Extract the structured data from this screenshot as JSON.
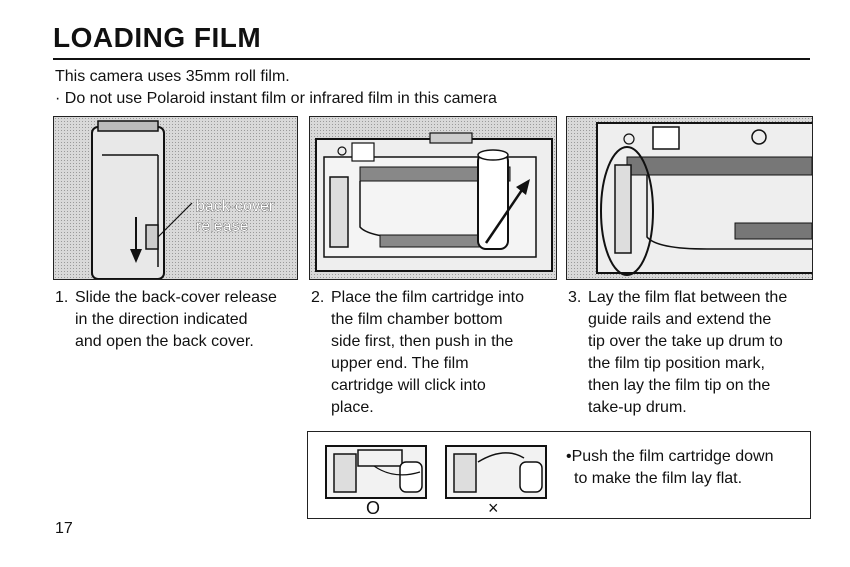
{
  "page": {
    "title": "LOADING FILM",
    "intro_line1": "This camera uses 35mm roll film.",
    "intro_line2": "· Do not use Polaroid instant film or infrared film in this camera",
    "page_number": "17"
  },
  "figure1": {
    "callout_line1": "back-cover",
    "callout_line2": "release"
  },
  "steps": [
    {
      "number": "1.",
      "lines": [
        "Slide the back-cover release",
        "in the direction indicated",
        "and open the back cover."
      ]
    },
    {
      "number": "2.",
      "lines": [
        "Place the film cartridge into",
        "the film chamber bottom",
        "side first, then push in the",
        "upper end. The film",
        "cartridge will click into",
        "place."
      ]
    },
    {
      "number": "3.",
      "lines": [
        "Lay the film flat between the",
        "guide rails and extend the",
        "tip over the take up drum to",
        "the film tip position mark,",
        "then lay the film tip on the",
        "take-up drum."
      ]
    }
  ],
  "note": {
    "lines": [
      "•Push the film cartridge down",
      "to make the film lay flat."
    ],
    "correct_mark": "O",
    "incorrect_mark": "×"
  }
}
